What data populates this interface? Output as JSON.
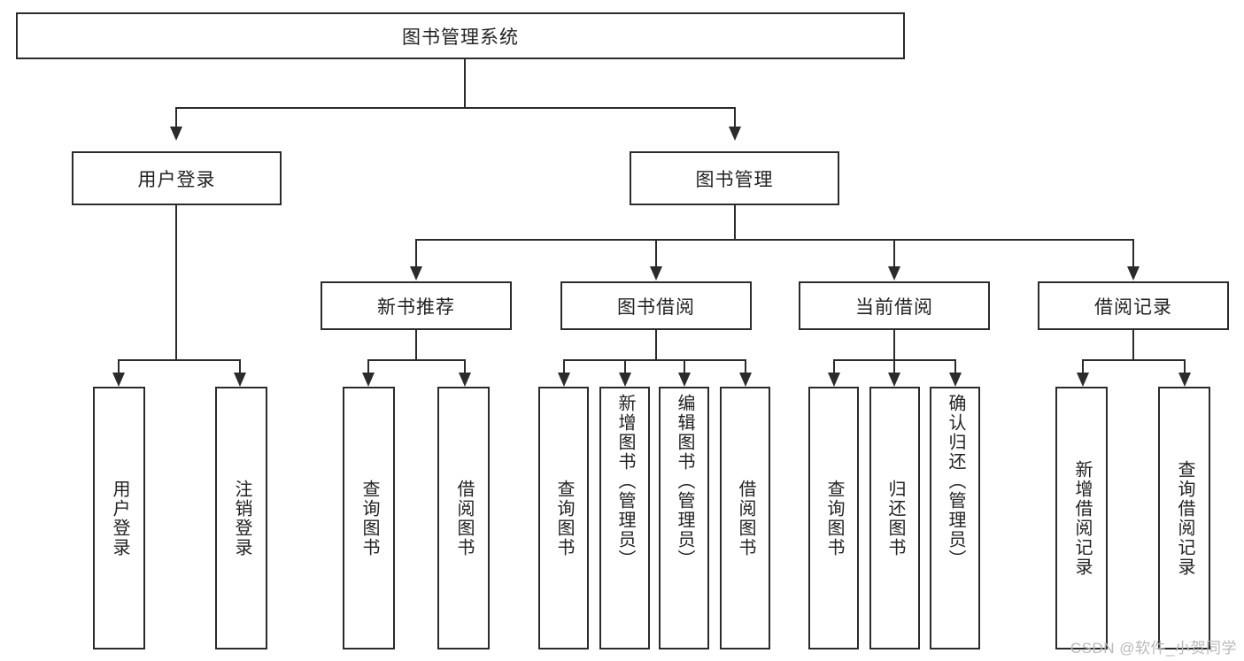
{
  "diagram": {
    "type": "tree-hierarchy",
    "title": "图书管理系统",
    "watermark": "CSDN @软件_小贺同学",
    "colors": {
      "stroke": "#2b2b2b",
      "fill": "#ffffff",
      "text": "#222222",
      "watermark": "#b9b9b9"
    },
    "levels": [
      {
        "level": 1,
        "nodes": [
          {
            "id": "root",
            "label": "图书管理系统",
            "orientation": "horizontal"
          }
        ]
      },
      {
        "level": 2,
        "nodes": [
          {
            "id": "l2-0",
            "label": "用户登录",
            "orientation": "horizontal",
            "parent": "root"
          },
          {
            "id": "l2-1",
            "label": "图书管理",
            "orientation": "horizontal",
            "parent": "root"
          }
        ]
      },
      {
        "level": 3,
        "nodes": [
          {
            "id": "l3-0",
            "label": "新书推荐",
            "orientation": "horizontal",
            "parent": "l2-1"
          },
          {
            "id": "l3-1",
            "label": "图书借阅",
            "orientation": "horizontal",
            "parent": "l2-1"
          },
          {
            "id": "l3-2",
            "label": "当前借阅",
            "orientation": "horizontal",
            "parent": "l2-1"
          },
          {
            "id": "l3-3",
            "label": "借阅记录",
            "orientation": "horizontal",
            "parent": "l2-1"
          }
        ]
      },
      {
        "level": 4,
        "nodes": [
          {
            "id": "l4-0",
            "label": "用户登录",
            "orientation": "vertical",
            "parent": "l2-0"
          },
          {
            "id": "l4-1",
            "label": "注销登录",
            "orientation": "vertical",
            "parent": "l2-0"
          },
          {
            "id": "l4-2",
            "label": "查询图书",
            "orientation": "vertical",
            "parent": "l3-0"
          },
          {
            "id": "l4-3",
            "label": "借阅图书",
            "orientation": "vertical",
            "parent": "l3-0"
          },
          {
            "id": "l4-4",
            "label": "查询图书",
            "orientation": "vertical",
            "parent": "l3-1"
          },
          {
            "id": "l4-5",
            "label": "新增图书（管理员）",
            "orientation": "vertical",
            "parent": "l3-1"
          },
          {
            "id": "l4-6",
            "label": "编辑图书（管理员）",
            "orientation": "vertical",
            "parent": "l3-1"
          },
          {
            "id": "l4-7",
            "label": "借阅图书",
            "orientation": "vertical",
            "parent": "l3-1"
          },
          {
            "id": "l4-8",
            "label": "查询图书",
            "orientation": "vertical",
            "parent": "l3-2"
          },
          {
            "id": "l4-9",
            "label": "归还图书",
            "orientation": "vertical",
            "parent": "l3-2"
          },
          {
            "id": "l4-10",
            "label": "确认归还（管理员）",
            "orientation": "vertical",
            "parent": "l3-2"
          },
          {
            "id": "l4-11",
            "label": "新增借阅记录",
            "orientation": "vertical",
            "parent": "l3-3"
          },
          {
            "id": "l4-12",
            "label": "查询借阅记录",
            "orientation": "vertical",
            "parent": "l3-3"
          }
        ]
      }
    ]
  }
}
